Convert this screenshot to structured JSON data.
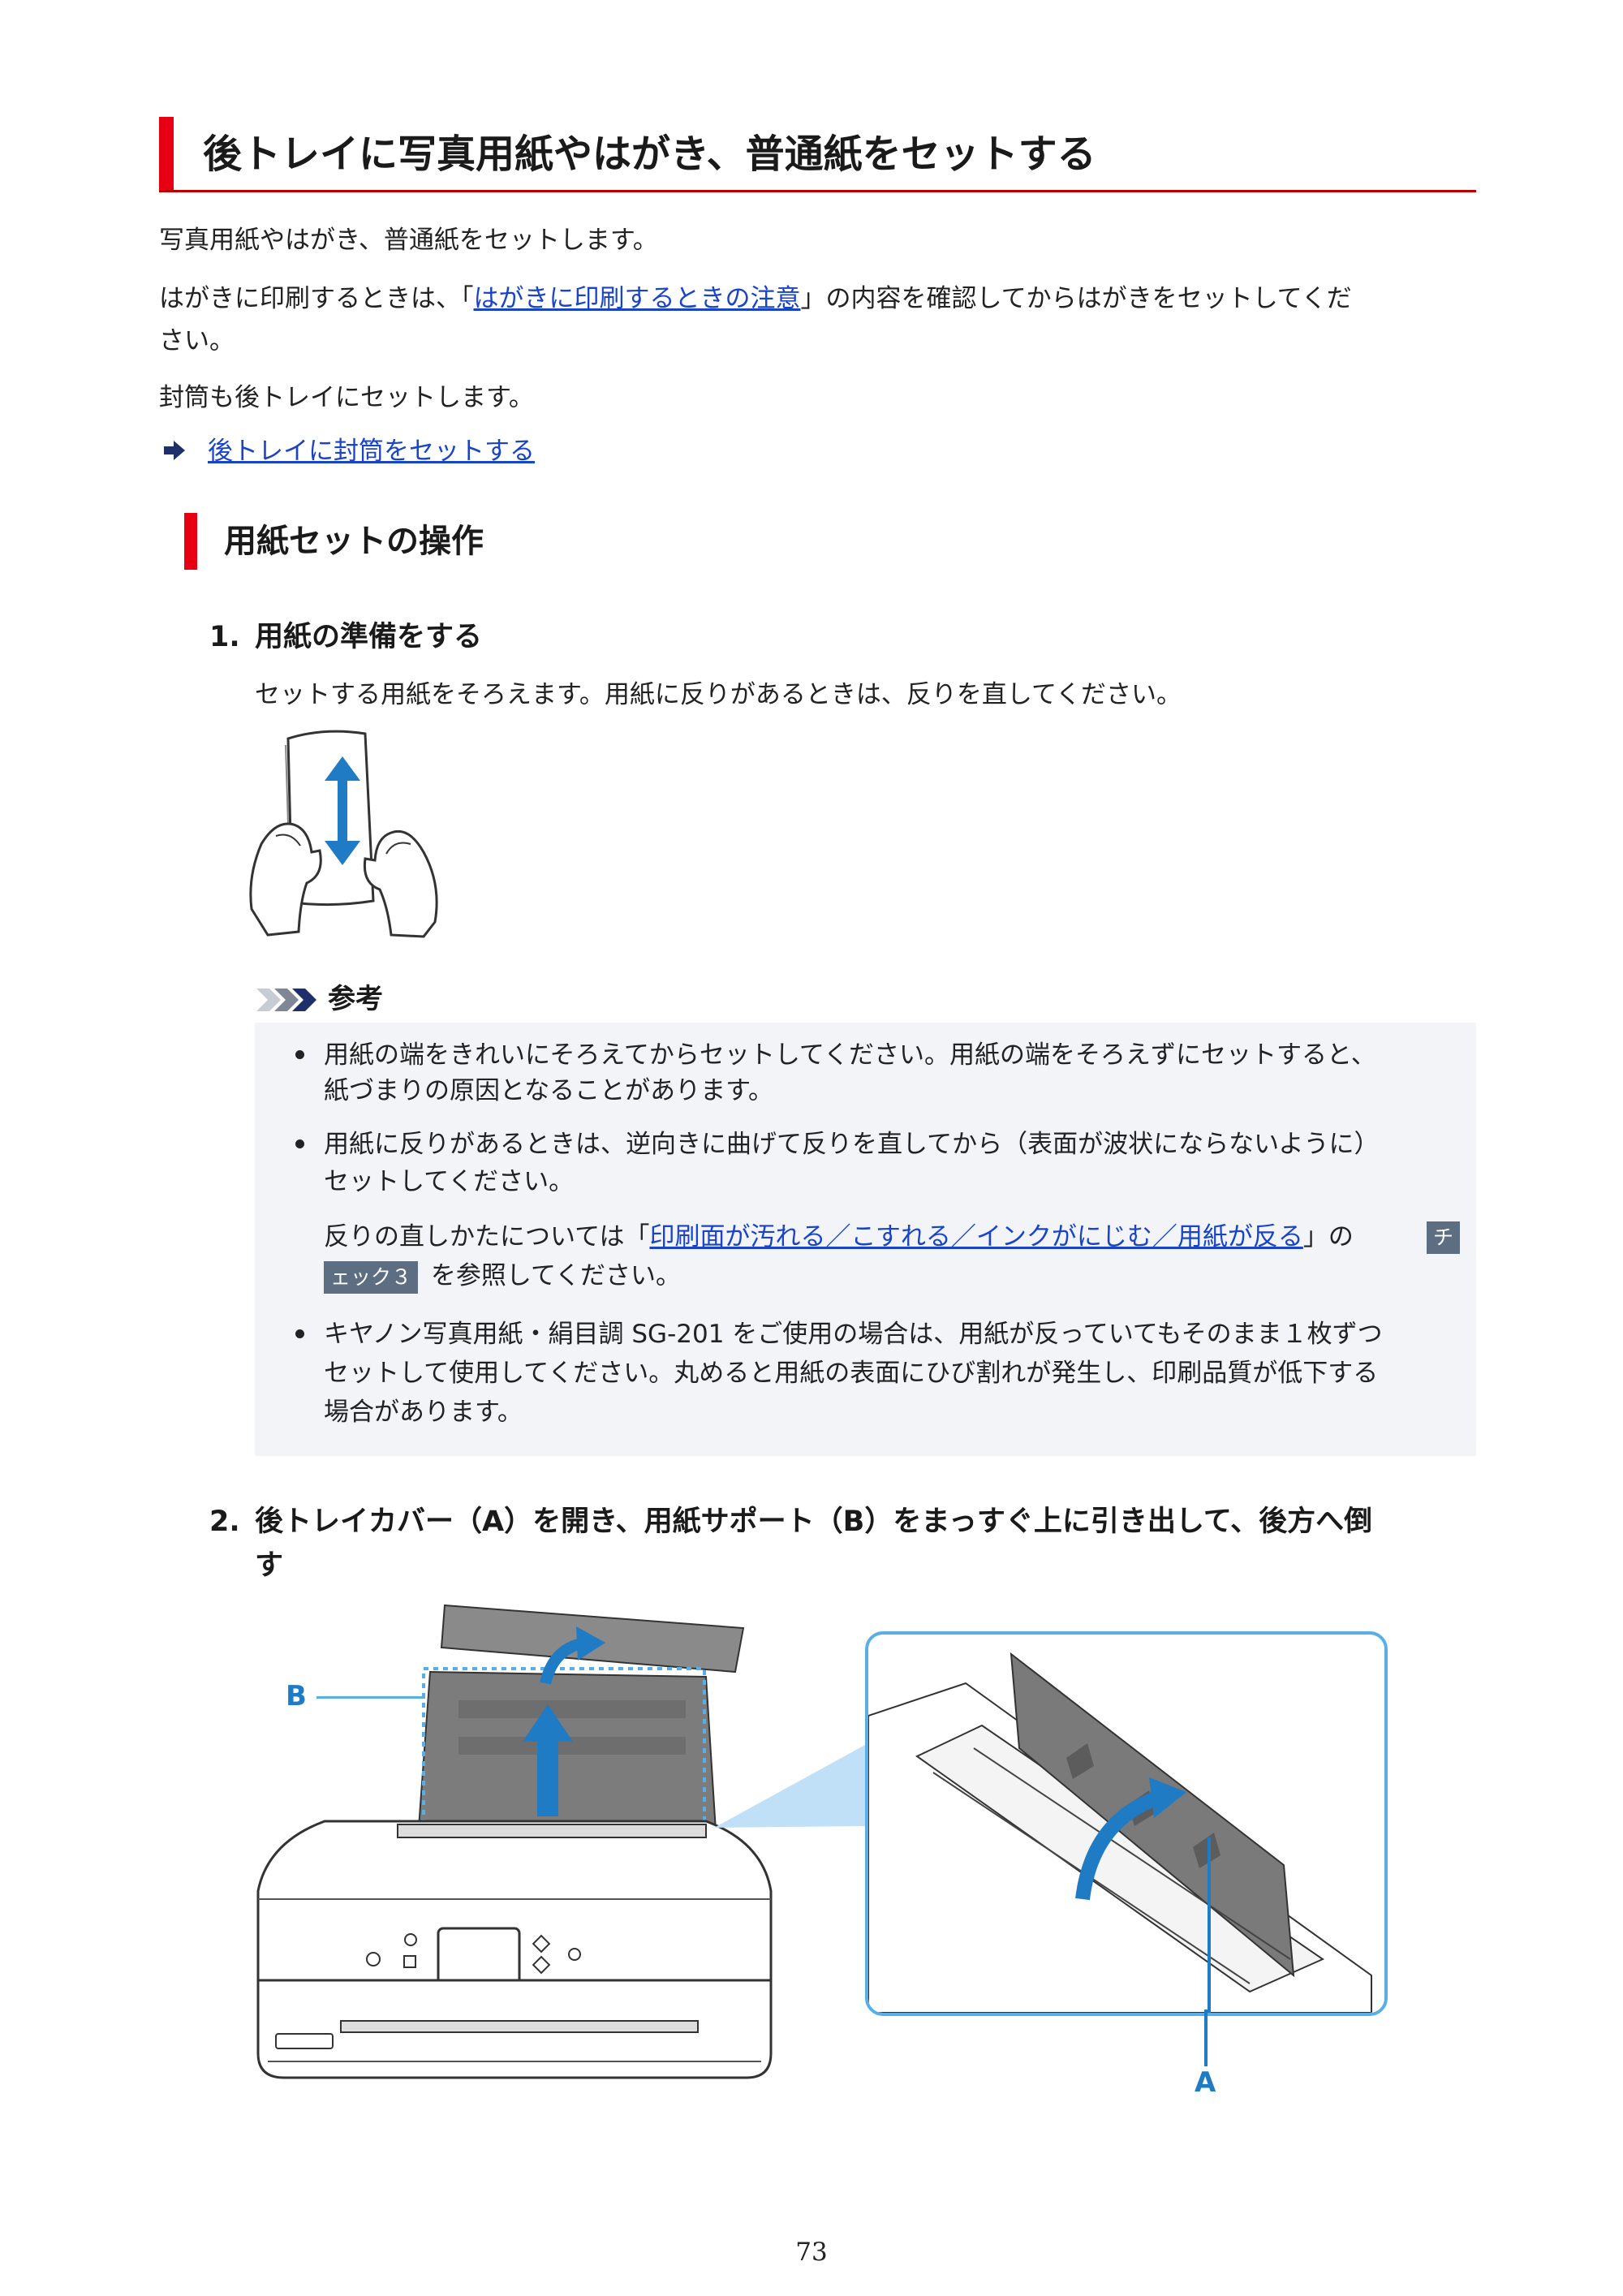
{
  "page": {
    "title": "後トレイに写真用紙やはがき、普通紙をセットする",
    "intro1": "写真用紙やはがき、普通紙をセットします。",
    "intro2_pre": "はがきに印刷するときは、「",
    "intro2_link": "はがきに印刷するときの注意",
    "intro2_post": "」の内容を確認してからはがきをセットしてくだ",
    "intro2_cont": "さい。",
    "intro3": "封筒も後トレイにセットします。",
    "envelope_link": "後トレイに封筒をセットする",
    "section_heading": "用紙セットの操作",
    "step1_number": "1.",
    "step1_title": "用紙の準備をする",
    "step1_text": "セットする用紙をそろえます。用紙に反りがあるときは、反りを直してください。",
    "note_title": "参考",
    "note1_line1": "用紙の端をきれいにそろえてからセットしてください。用紙の端をそろえずにセットすると、",
    "note1_line2": "紙づまりの原因となることがあります。",
    "note2_line1": "用紙に反りがあるときは、逆向きに曲げて反りを直してから（表面が波状にならないように）",
    "note2_line2": "セットしてください。",
    "note2_sub_pre": "反りの直しかたについては「",
    "note2_sub_link": "印刷面が汚れる／こすれる／インクがにじむ／用紙が反る",
    "note2_sub_mid": "」の",
    "note2_badge_a": "チ",
    "note2_badge_b": "ェック３",
    "note2_sub_post": "を参照してください。",
    "note3_line1": "キヤノン写真用紙・絹目調 SG-201 をご使用の場合は、用紙が反っていてもそのまま１枚ずつ",
    "note3_line2": "セットして使用してください。丸めると用紙の表面にひび割れが発生し、印刷品質が低下する",
    "note3_line3": "場合があります。",
    "step2_number": "2.",
    "step2_title_line1": "後トレイカバー（A）を開き、用紙サポート（B）をまっすぐ上に引き出して、後方へ倒",
    "step2_title_line2": "す",
    "label_b": "B",
    "label_a": "A",
    "page_number": "73"
  },
  "colors": {
    "heading_red": "#e60012",
    "link_blue": "#1a44c8",
    "note_bg": "#f2f4f8",
    "arrow_blue": "#1e7bc4",
    "callout_blue": "#5aaee8",
    "badge_bg": "#5d6e83"
  },
  "icons": [
    "arrow-right-icon",
    "note-chevrons-icon",
    "paper-hands-illustration",
    "printer-illustration",
    "tray-closeup-illustration"
  ]
}
